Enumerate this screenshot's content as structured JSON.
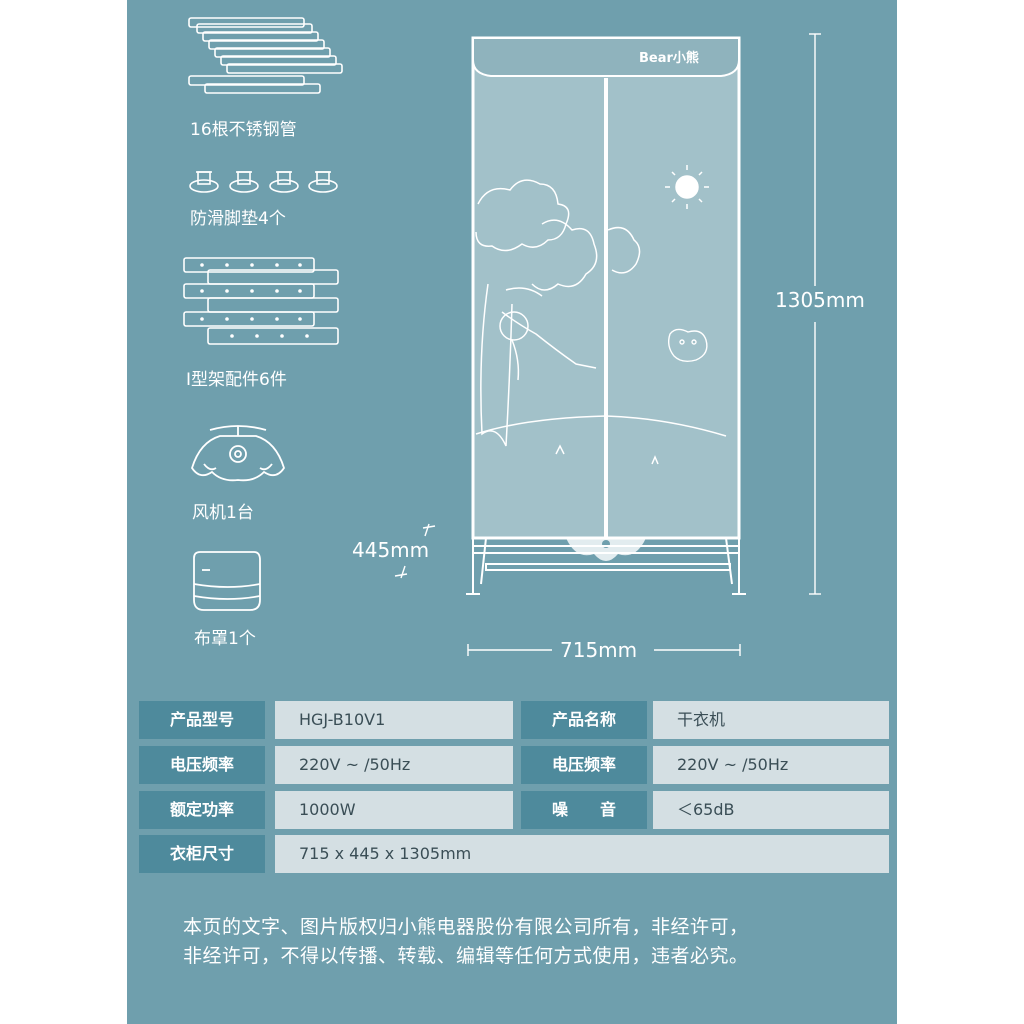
{
  "accessories": [
    {
      "icon": "steel-tubes-icon",
      "label": "16根不锈钢管"
    },
    {
      "icon": "anti-slip-pads-icon",
      "label": "防滑脚垫4个"
    },
    {
      "icon": "i-frame-parts-icon",
      "label": "I型架配件6件"
    },
    {
      "icon": "fan-unit-icon",
      "label": "风机1台"
    },
    {
      "icon": "cloth-cover-icon",
      "label": "布罩1个"
    }
  ],
  "product": {
    "brand_logo": "Bear小熊",
    "dimensions": {
      "height": "1305mm",
      "depth": "445mm",
      "width": "715mm"
    }
  },
  "specs": [
    [
      {
        "key": "产品型号",
        "value": "HGJ-B10V1"
      },
      {
        "key": "产品名称",
        "value": "干衣机"
      }
    ],
    [
      {
        "key": "电压频率",
        "value": "220V ~ /50Hz"
      },
      {
        "key": "电压频率",
        "value": "220V ~ /50Hz"
      }
    ],
    [
      {
        "key": "额定功率",
        "value": "1000W"
      },
      {
        "key": "噪　　音",
        "value": "＜65dB"
      }
    ],
    [
      {
        "key": "衣柜尺寸",
        "value": "715 x 445 x 1305mm"
      }
    ]
  ],
  "notice": {
    "line1": "本页的文字、图片版权归小熊电器股份有限公司所有，非经许可，",
    "line2": "非经许可，不得以传播、转载、编辑等任何方式使用，违者必究。"
  },
  "colors": {
    "panel": "#6f9fad",
    "key_cell": "#4e8a9c",
    "value_cell": "#d4dfe3",
    "cover": "#a2c1c9"
  }
}
